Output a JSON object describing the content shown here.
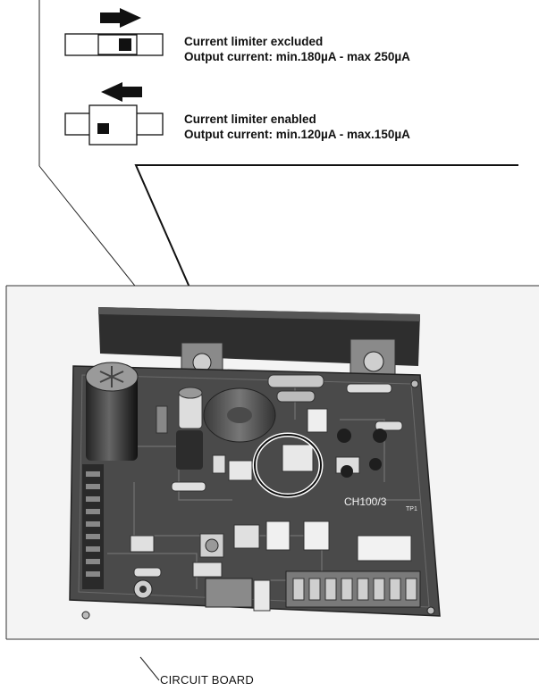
{
  "switch_states": [
    {
      "name": "excluded",
      "line1": "Current limiter excluded",
      "line2": "Output current: min.180µA - max 250µA",
      "arrow": "arrow-right-icon"
    },
    {
      "name": "enabled",
      "line1": "Current limiter enabled",
      "line2": "Output current: min.120µA - max.150µA",
      "arrow": "arrow-left-icon"
    }
  ],
  "board": {
    "silkscreen_label": "CH100/3",
    "tp1": "TP1"
  },
  "caption": "CIRCUIT BOARD"
}
